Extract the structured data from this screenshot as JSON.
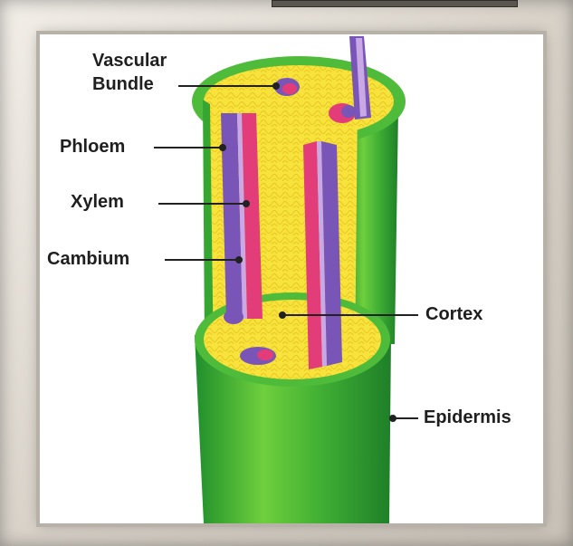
{
  "diagram": {
    "labels": {
      "vascular_bundle_line1": "Vascular",
      "vascular_bundle_line2": "Bundle",
      "phloem": "Phloem",
      "xylem": "Xylem",
      "cambium": "Cambium",
      "cortex": "Cortex",
      "epidermis": "Epidermis"
    },
    "colors": {
      "epidermis": "#39a83a",
      "cortex": "#f6e23a",
      "xylem": "#e23d78",
      "phloem": "#7a55b8",
      "panel": "#ffffff",
      "frame": "#d9d4cc"
    }
  }
}
